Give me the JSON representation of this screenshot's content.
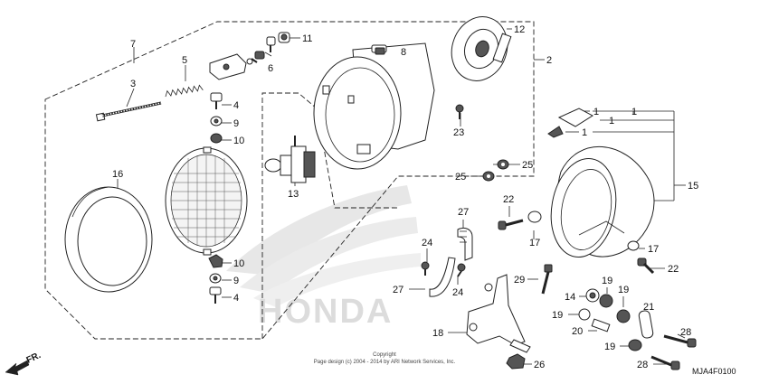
{
  "part_numbers": {
    "p1a": "1",
    "p1b": "1",
    "p1c": "1",
    "p1d": "1",
    "p2": "2",
    "p3": "3",
    "p4a": "4",
    "p4b": "4",
    "p5": "5",
    "p6": "6",
    "p7": "7",
    "p8": "8",
    "p9a": "9",
    "p9b": "9",
    "p10a": "10",
    "p10b": "10",
    "p11": "11",
    "p12": "12",
    "p13": "13",
    "p14": "14",
    "p15": "15",
    "p16": "16",
    "p17a": "17",
    "p17b": "17",
    "p18": "18",
    "p19a": "19",
    "p19b": "19",
    "p19c": "19",
    "p19d": "19",
    "p20": "20",
    "p21": "21",
    "p22a": "22",
    "p22b": "22",
    "p23": "23",
    "p24a": "24",
    "p24b": "24",
    "p25a": "25",
    "p25b": "25",
    "p26": "26",
    "p27a": "27",
    "p27b": "27",
    "p28a": "28",
    "p28b": "28",
    "p29": "29"
  },
  "watermark": "HONDA",
  "front_arrow": "FR.",
  "copyright_line1": "Copyright",
  "copyright_line2": "Page design (c) 2004 - 2014 by ARI Network Services, Inc.",
  "diagram_code": "MJA4F0100",
  "colors": {
    "ink": "#222222",
    "watermark": "#d6d6d6",
    "background": "#ffffff"
  }
}
